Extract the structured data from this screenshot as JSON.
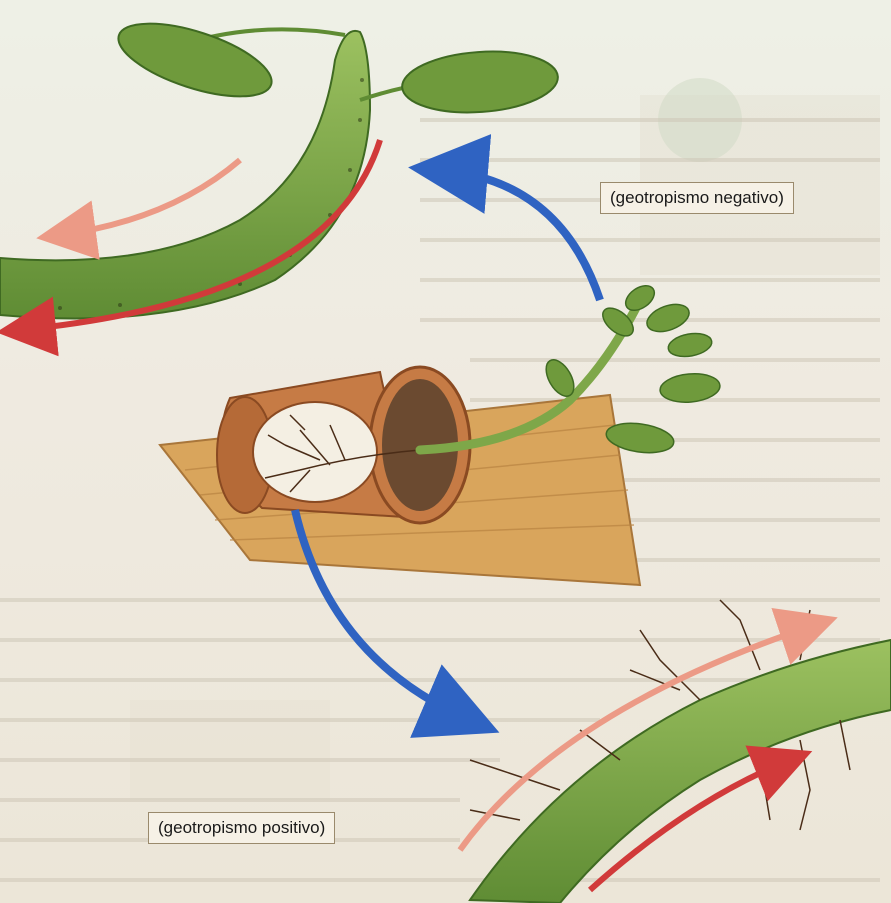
{
  "labels": {
    "negative": "(geotropismo negativo)",
    "positive": "(geotropismo positivo)"
  },
  "colors": {
    "stem": "#7ea749",
    "stem_dark": "#4d7a2a",
    "leaf": "#6f9a3c",
    "root": "#4a2c17",
    "pot": "#c67b45",
    "board": "#d9a55c",
    "arrow_blue": "#2f63c2",
    "arrow_red": "#d13a3a",
    "arrow_pink": "#ec9a86"
  },
  "icons": [
    "blue-curved-arrow",
    "red-arrow",
    "pink-arrow"
  ]
}
